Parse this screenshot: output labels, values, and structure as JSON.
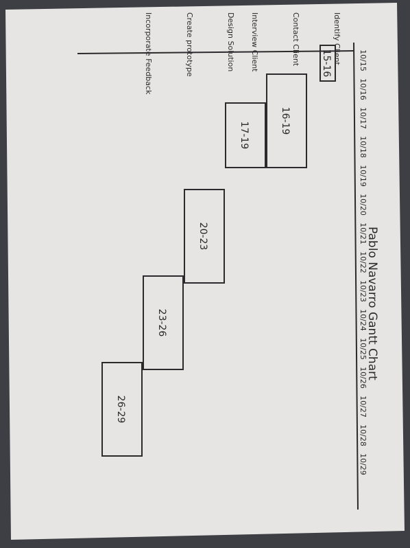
{
  "chart_data": {
    "type": "bar",
    "title": "Pablo Navarro Gantt Chart",
    "orientation": "horizontal-gantt, drawn rotated 90deg on paper",
    "categories": [
      "Identify Client",
      "Contact Client",
      "Interview Client",
      "Design Solution",
      "Create prototype",
      "Incorporate Feedback"
    ],
    "x_ticks": [
      "10/15",
      "10/16",
      "10/17",
      "10/18",
      "10/19",
      "10/20",
      "10/21",
      "10/22",
      "10/23",
      "10/24",
      "10/25",
      "10/26",
      "10/27",
      "10/28",
      "10/29"
    ],
    "bars": [
      {
        "task": "Identify Client",
        "start": 15,
        "end": 16,
        "label": "15-16"
      },
      {
        "task": "Contact Client",
        "start": 16,
        "end": 19,
        "label": "16-19"
      },
      {
        "task": "Interview Client",
        "start": 17,
        "end": 19,
        "label": "17-19"
      },
      {
        "task": "Design Solution",
        "start": 20,
        "end": 23,
        "label": "20-23"
      },
      {
        "task": "Create prototype",
        "start": 23,
        "end": 26,
        "label": "23-26"
      },
      {
        "task": "Incorporate Feedback",
        "start": 26,
        "end": 29,
        "label": "26-29"
      }
    ],
    "grid": false,
    "legend": "none"
  },
  "colors": {
    "background": "#3d3f44",
    "paper": "#e6e5e3",
    "ink": "#2b2b2d"
  }
}
